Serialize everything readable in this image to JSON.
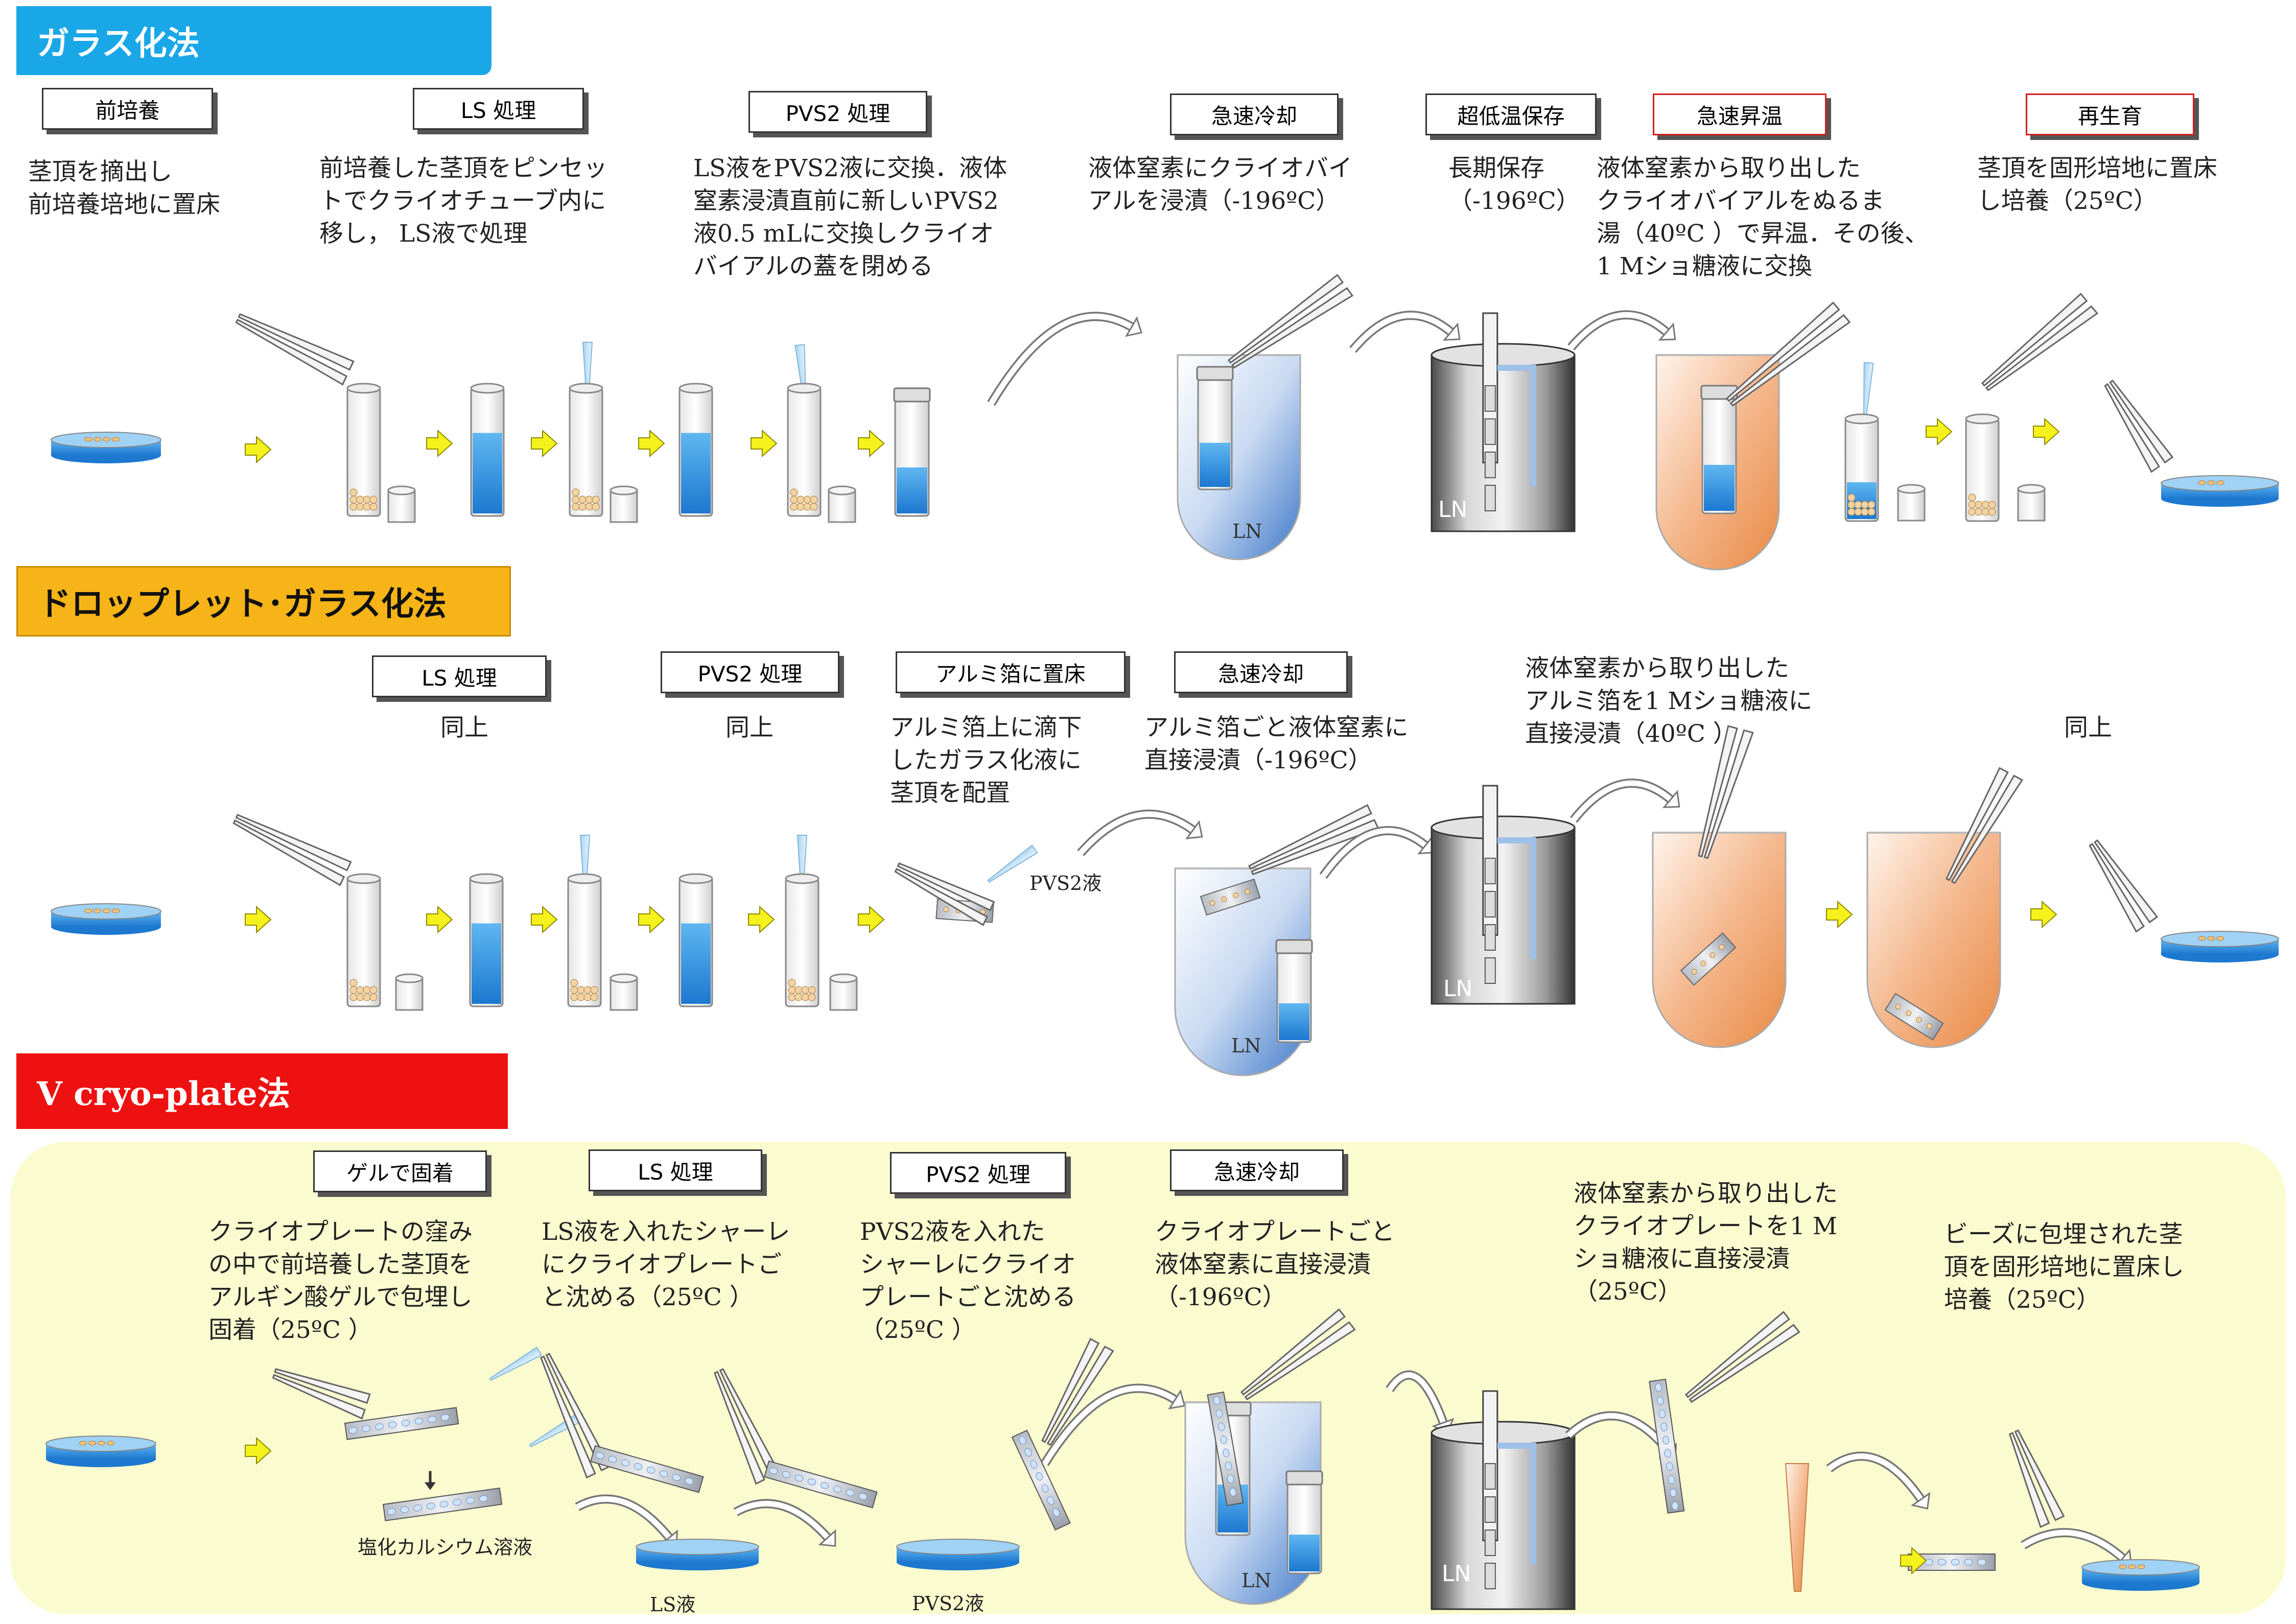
{
  "colors": {
    "blue_banner": "#1aa7e8",
    "orange_banner": "#f7b418",
    "red_banner": "#ee1111",
    "yellow_panel": "#fbfbd0",
    "liquid_blue": "#2f95e0",
    "warm_orange": "#f4a877",
    "arrow_yellow": "#f5f11c"
  },
  "sections": {
    "vitrification": {
      "title": "ガラス化法",
      "steps": [
        {
          "label": "前培養",
          "desc": "茎頂を摘出し\n前培養培地に置床"
        },
        {
          "label": "LS 処理",
          "desc": "前培養した茎頂をピンセッ\nトでクライオチューブ内に\n移し， LS液で処理"
        },
        {
          "label": "PVS2 処理",
          "desc": "LS液をPVS2液に交換．液体\n窒素浸漬直前に新しいPVS2\n液0.5 mLに交換しクライオ\nバイアルの蓋を閉める"
        },
        {
          "label": "急速冷却",
          "desc": "液体窒素にクライオバイ\nアルを浸漬（-196ºC）"
        },
        {
          "label": "超低温保存",
          "desc": "長期保存\n（-196ºC）"
        },
        {
          "label": "急速昇温",
          "desc": "液体窒素から取り出した\nクライオバイアルをぬるま\n湯（40ºC ）で昇温．その後、\n1 Mショ糖液に交換"
        },
        {
          "label": "再生育",
          "desc": "茎頂を固形培地に置床\nし培養（25ºC）"
        }
      ],
      "ln_label": "LN",
      "tank_label": "LN"
    },
    "droplet": {
      "title": "ドロップレット･ガラス化法",
      "steps": [
        {
          "label": "LS 処理",
          "desc": "同上"
        },
        {
          "label": "PVS2 処理",
          "desc": "同上"
        },
        {
          "label": "アルミ箔に置床",
          "desc": "アルミ箔上に滴下\nしたガラス化液に\n茎頂を配置"
        },
        {
          "label": "急速冷却",
          "desc": "アルミ箔ごと液体窒素に\n直接浸漬（-196ºC）"
        }
      ],
      "warming_desc": "液体窒素から取り出した\nアルミ箔を1 Mショ糖液に\n直接浸漬（40ºC ）",
      "regrowth_desc": "同上",
      "pvs2_label": "PVS2液",
      "ln_label": "LN",
      "tank_label": "LN"
    },
    "vcryo": {
      "title": "V cryo-plate法",
      "steps": [
        {
          "label": "ゲルで固着",
          "desc": "クライオプレートの窪み\nの中で前培養した茎頂を\nアルギン酸ゲルで包埋し\n固着（25ºC ）"
        },
        {
          "label": "LS 処理",
          "desc": "LS液を入れたシャーレ\nにクライオプレートご\nと沈める（25ºC ）"
        },
        {
          "label": "PVS2 処理",
          "desc": "PVS2液を入れた\nシャーレにクライオ\nプレートごと沈める\n（25ºC ）"
        },
        {
          "label": "急速冷却",
          "desc": "クライオプレートごと\n液体窒素に直接浸漬\n（-196ºC）"
        }
      ],
      "warming_desc": "液体窒素から取り出した\nクライオプレートを1 M\nショ糖液に直接浸漬\n（25ºC）",
      "regrowth_desc": "ビーズに包埋された茎\n頂を固形培地に置床し\n培養（25ºC）",
      "cacl_label": "塩化カルシウム溶液",
      "ls_label": "LS液",
      "pvs2_label": "PVS2液",
      "ln_label": "LN",
      "tank_label": "LN"
    }
  }
}
